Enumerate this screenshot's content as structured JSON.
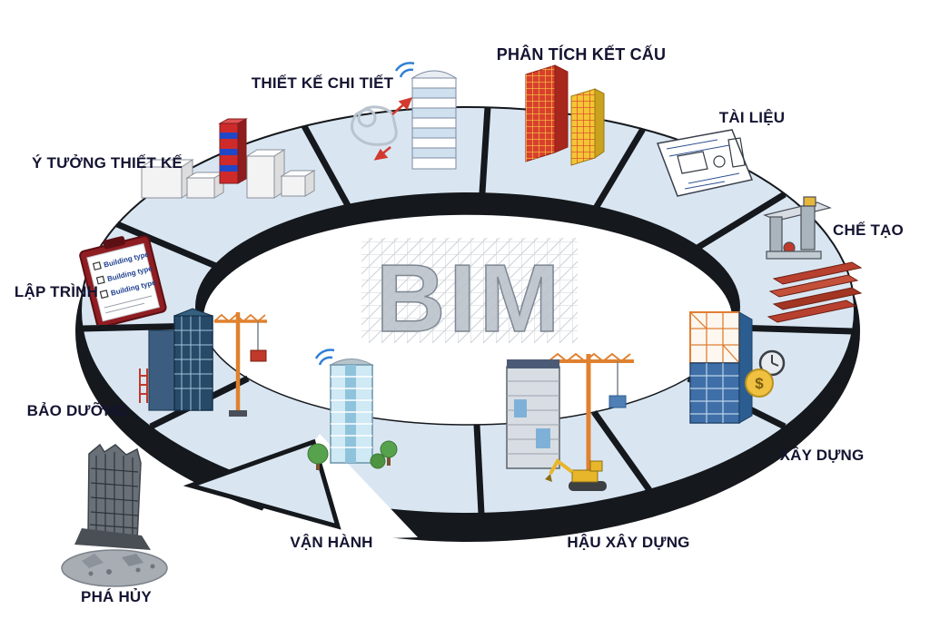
{
  "diagram": {
    "center_title": "BIM",
    "clipboard_line": "Building type",
    "coin_symbol": "$",
    "colors": {
      "ring_fill": "#d9e6f2",
      "ring_edge": "#15181c",
      "label": "#141432",
      "crane_orange": "#e0812f",
      "steel_red": "#b8402e",
      "analysis_red": "#d8402c",
      "analysis_yellow": "#f4c535"
    },
    "stages": [
      {
        "label": "Ý TƯỞNG THIẾT KẾ"
      },
      {
        "label": "THIẾT KẾ CHI TIẾT"
      },
      {
        "label": "PHÂN TÍCH KẾT CẤU"
      },
      {
        "label": "TÀI LIỆU"
      },
      {
        "label": "CHẾ TẠO"
      },
      {
        "label": "XÂY DỰNG"
      },
      {
        "label": "HẬU XÂY DỰNG"
      },
      {
        "label": "VẬN HÀNH"
      },
      {
        "label": "PHÁ HỦY"
      },
      {
        "label": "BẢO DƯỠNG"
      },
      {
        "label": "LẬP TRÌNH"
      }
    ]
  }
}
